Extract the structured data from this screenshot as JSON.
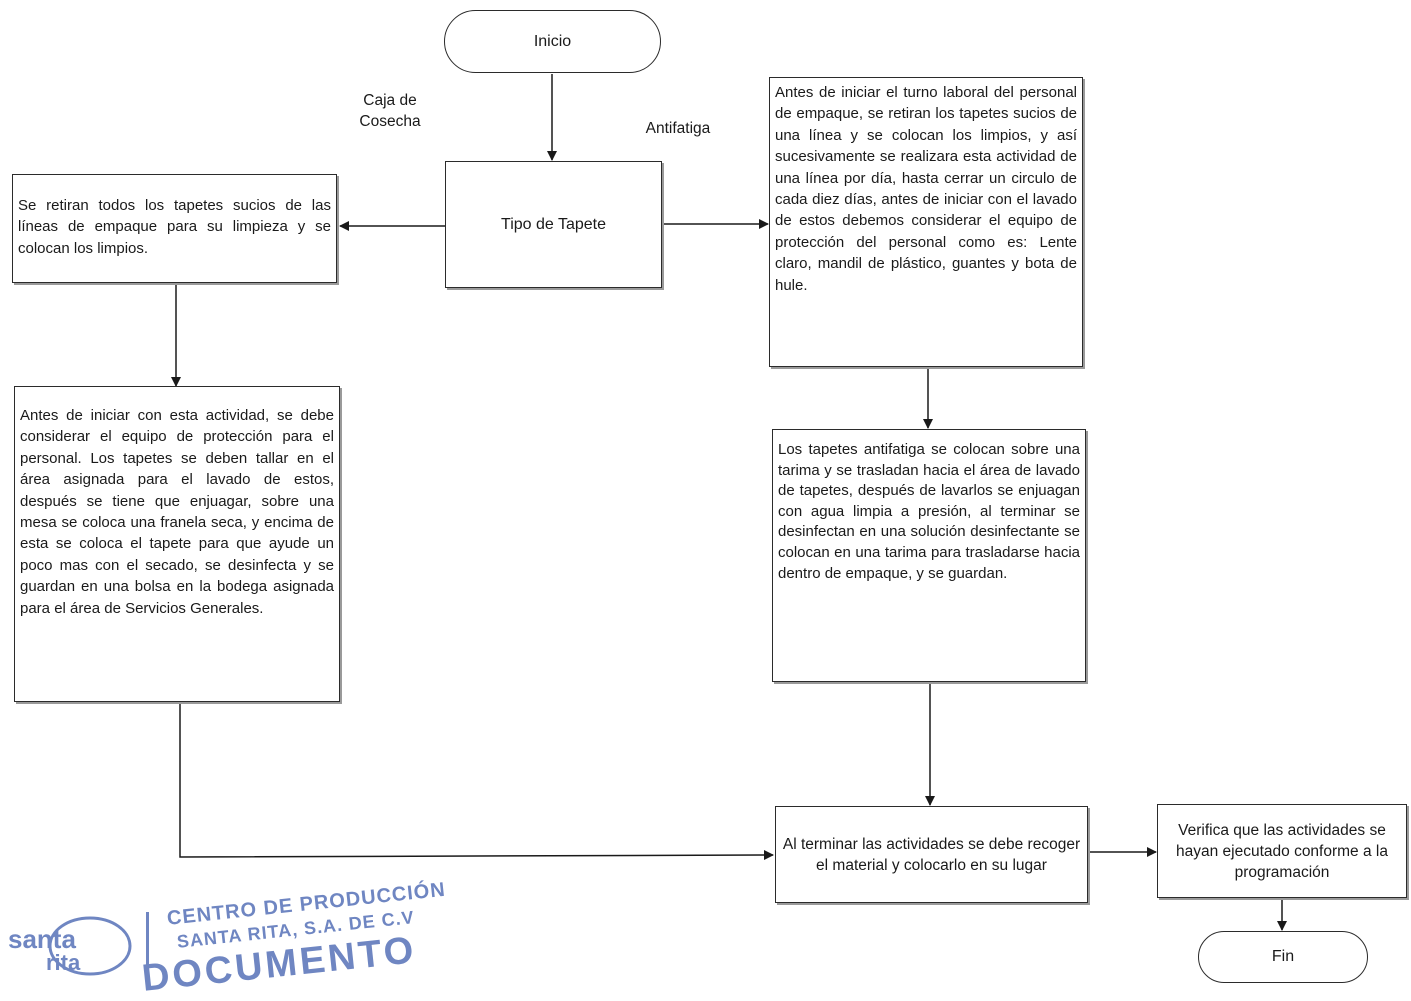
{
  "nodes": {
    "inicio": "Inicio",
    "tipo_tapete": "Tipo de Tapete",
    "caja_box": "Se retiran todos los tapetes sucios de las líneas de empaque para su limpieza y se colocan los limpios.",
    "antifatiga_box": "Antes de iniciar el turno laboral del personal de empaque, se retiran los tapetes sucios de una línea y se colocan los limpios, y así sucesivamente se realizara esta actividad de una línea por día, hasta cerrar un circulo de cada diez días, antes de iniciar con el lavado de estos debemos considerar el equipo de protección del personal como es: Lente claro, mandil de plástico, guantes y bota de hule.",
    "caja_lavado": "Antes de iniciar con esta actividad, se debe considerar el equipo de protección para el personal. Los tapetes se deben tallar en el área asignada para el lavado de estos, después se tiene que enjuagar, sobre una mesa se coloca una franela seca, y encima de esta se coloca el tapete para que ayude un poco mas con el secado, se desinfecta y se guardan en una bolsa en la bodega asignada para el área de Servicios Generales.",
    "antifatiga_lavado": "Los tapetes antifatiga se colocan sobre una tarima y se trasladan hacia el área de lavado de tapetes, después de lavarlos se enjuagan con agua limpia a presión, al terminar se desinfectan en una solución desinfectante se colocan en una tarima para trasladarse hacia dentro de empaque, y se guardan.",
    "recoger": "Al terminar las actividades se debe recoger el material y colocarlo en su lugar",
    "verifica": "Verifica que las actividades se hayan ejecutado conforme a la programación",
    "fin": "Fin"
  },
  "edge_labels": {
    "caja": "Caja de Cosecha",
    "antifatiga": "Antifatiga"
  },
  "stamp": {
    "line1": "CENTRO DE PRODUCCIÓN",
    "line2": "SANTA RITA, S.A. DE C.V",
    "line3": "DOCUMENTO",
    "logo": "santa rita"
  },
  "colors": {
    "ink": "#1a1a1a",
    "stamp": "#6f86c2"
  }
}
